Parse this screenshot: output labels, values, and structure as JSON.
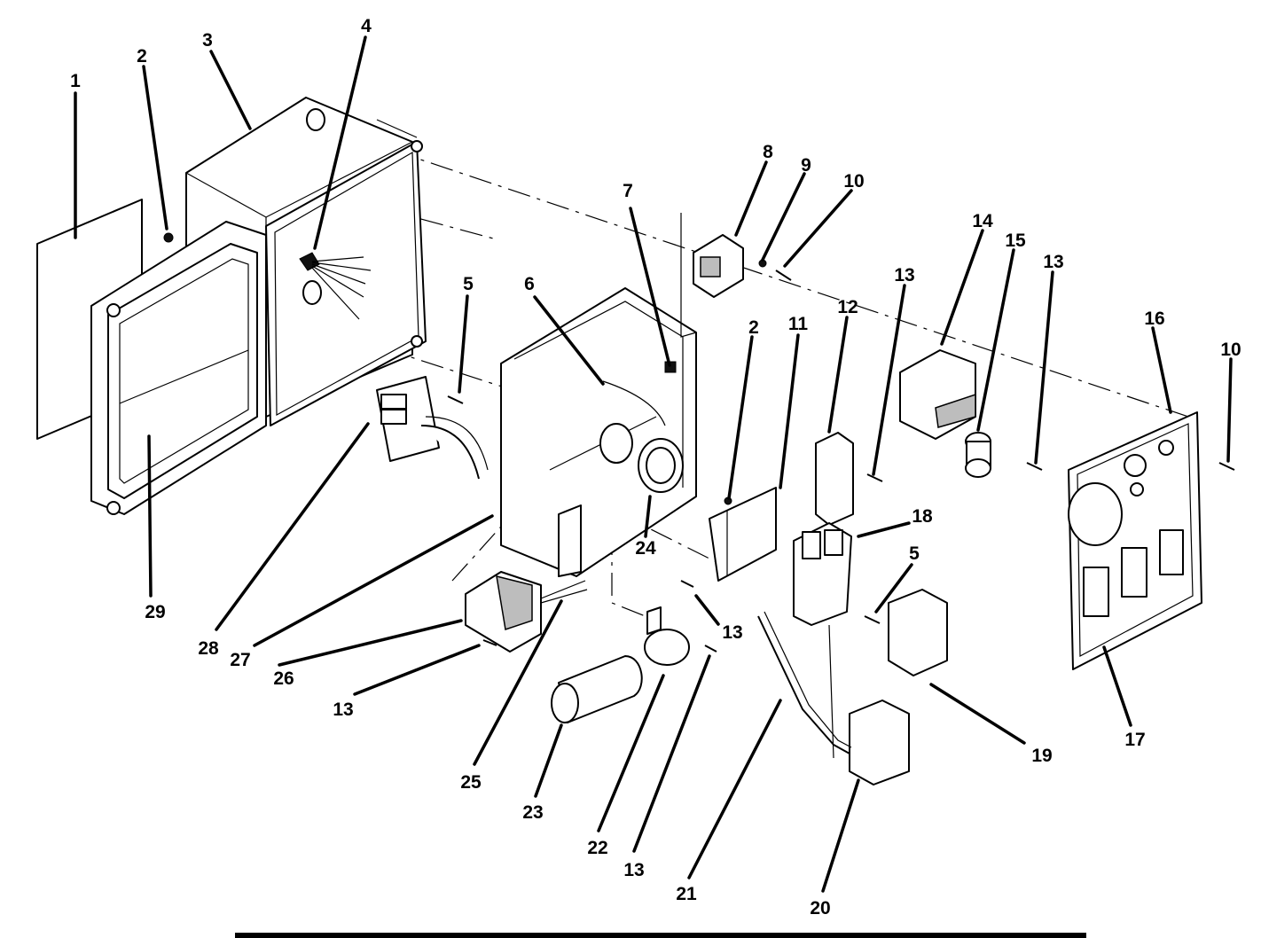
{
  "diagram": {
    "type": "exploded-parts-view",
    "colors": {
      "ink": "#000000",
      "paper": "#ffffff"
    },
    "callouts": [
      "1",
      "2",
      "3",
      "4",
      "5",
      "6",
      "7",
      "8",
      "9",
      "10",
      "2",
      "11",
      "12",
      "13",
      "14",
      "15",
      "13",
      "16",
      "10",
      "18",
      "5",
      "19",
      "17",
      "20",
      "21",
      "13",
      "22",
      "23",
      "13",
      "25",
      "26",
      "13",
      "27",
      "28",
      "29",
      "24"
    ]
  }
}
